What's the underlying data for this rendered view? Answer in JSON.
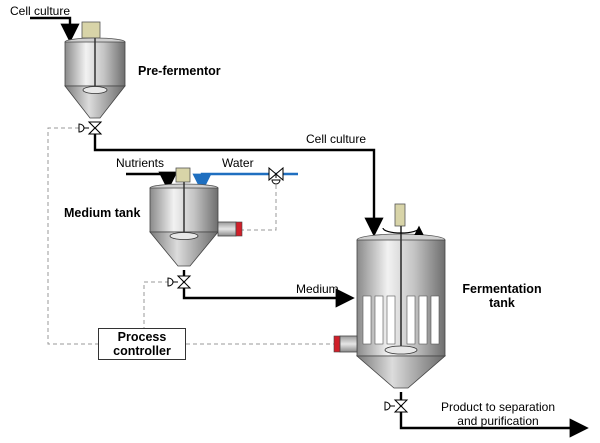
{
  "labels": {
    "cell_culture_in": "Cell culture",
    "pre_fermentor": "Pre-fermentor",
    "cell_culture_line": "Cell culture",
    "nutrients": "Nutrients",
    "water": "Water",
    "medium_tank": "Medium tank",
    "medium": "Medium",
    "fermentation_tank_l1": "Fermentation",
    "fermentation_tank_l2": "tank",
    "process_controller_l1": "Process",
    "process_controller_l2": "controller",
    "product_l1": "Product to separation",
    "product_l2": "and purification"
  },
  "colors": {
    "water_line": "#1f6fc0",
    "heater_red": "#d0202a",
    "motor_tan": "#d8d4a8",
    "signal_dash": "#999999",
    "flow_line": "#000000"
  },
  "icons": {
    "valve": "valve-icon",
    "motor": "motor-icon",
    "heater": "heater-icon",
    "rotation": "rotation-arrow-icon"
  }
}
